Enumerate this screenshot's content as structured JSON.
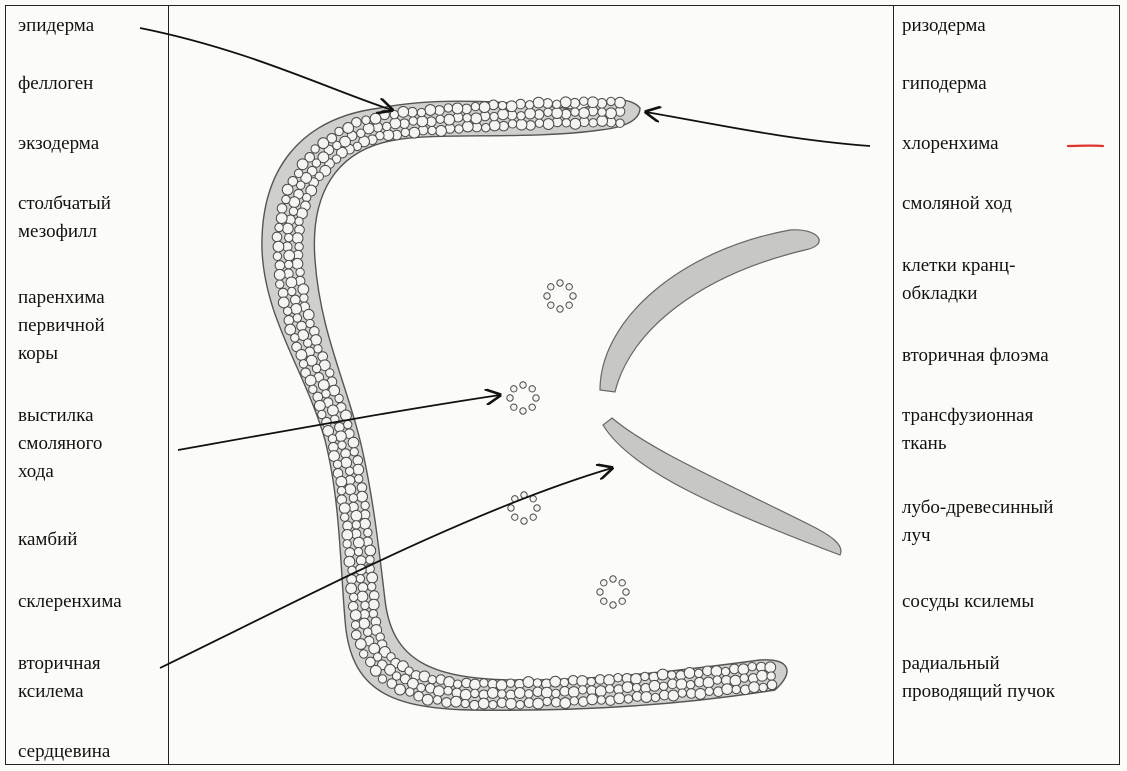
{
  "left_terms": [
    "эпидерма",
    "феллоген",
    "экзодерма",
    "столбчатый\nмезофилл",
    "паренхима\nпервичной\nкоры",
    "выстилка\nсмоляного\nхода",
    "камбий",
    "склеренхима",
    "вторичная\nксилема",
    "сердцевина"
  ],
  "right_terms": [
    "ризодерма",
    "гиподерма",
    "хлоренхима",
    "смоляной ход",
    "клетки кранц-\nобкладки",
    "вторичная флоэма",
    "трансфузионная\nткань",
    "лубо-древесинный\nлуч",
    "сосуды ксилемы",
    "радиальный\nпроводящий пучок"
  ],
  "colors": {
    "ink": "#111111",
    "tissue_fill": "#c9c9c6",
    "cell_stroke": "#4a4a4a",
    "red_mark": "#e0342f"
  }
}
